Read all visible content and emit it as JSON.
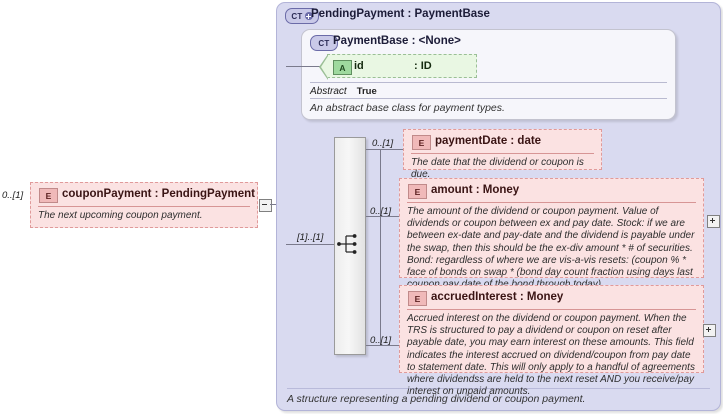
{
  "diagram": {
    "type": "xsd-schema-diagram",
    "colors": {
      "container_fill": "#d9daf0",
      "container_border": "#b3b4d8",
      "element_fill": "#fbe2e2",
      "element_border": "#e09a9a",
      "attribute_fill": "#e9f7e3",
      "attribute_border": "#9bbf96",
      "complextype_badge_fill": "#c9c9e8",
      "inner_type_fill": "#f6f6fb"
    }
  },
  "referencing_element": {
    "icon": "element-badge",
    "badge_label": "E",
    "title": "couponPayment : PendingPayment",
    "name": "couponPayment",
    "type": "PendingPayment",
    "description": "The next upcoming coupon payment.",
    "cardinality": "0..[1]",
    "collapse_control": "minus"
  },
  "complex_type": {
    "badge_label": "CT",
    "badge_state": "expanded-plus",
    "title": "PendingPayment : PaymentBase",
    "name": "PendingPayment",
    "base": "PaymentBase",
    "caption": "A structure representing a pending dividend or coupon payment."
  },
  "base_type": {
    "badge_label": "CT",
    "title": "PaymentBase : <None>",
    "name": "PaymentBase",
    "base": "<None>",
    "properties": [
      {
        "key": "Abstract",
        "value": "True"
      }
    ],
    "caption": "An abstract base class for payment types.",
    "attributes": [
      {
        "badge_label": "A",
        "name": "id",
        "type": ": ID"
      }
    ]
  },
  "compositor": {
    "kind": "sequence",
    "icon": "sequence-icon",
    "cardinality": "[1]..[1]"
  },
  "children": [
    {
      "badge_label": "E",
      "title": "paymentDate : date",
      "name": "paymentDate",
      "type": "date",
      "cardinality": "0..[1]",
      "description": "The date that the dividend or coupon is due.",
      "expand_control": null
    },
    {
      "badge_label": "E",
      "title": "amount  : Money",
      "name": "amount",
      "type": "Money",
      "cardinality": "0..[1]",
      "description": "The amount of the dividend or coupon payment. Value of dividends or coupon between ex and pay date. Stock: if we are between ex-date and pay-date and the dividend is payable under the swap, then this should be the ex-div amount * # of securities. Bond: regardless of where we are vis-a-vis resets: (coupon % * face of bonds on swap * (bond day count fraction using days last coupon pay date of the bond through today).",
      "expand_control": "plus"
    },
    {
      "badge_label": "E",
      "title": "accruedInterest : Money",
      "name": "accruedInterest",
      "type": "Money",
      "cardinality": "0..[1]",
      "description": "Accrued interest on the dividend or coupon payment. When the TRS is structured to pay a dividend or coupon on reset after payable date, you may earn interest on these amounts. This field indicates the interest accrued on dividend/coupon from pay date to statement date. This will only apply to a handful of agreements where dividendss are held to the next reset AND you receive/pay interest on unpaid amounts.",
      "expand_control": "plus"
    }
  ]
}
